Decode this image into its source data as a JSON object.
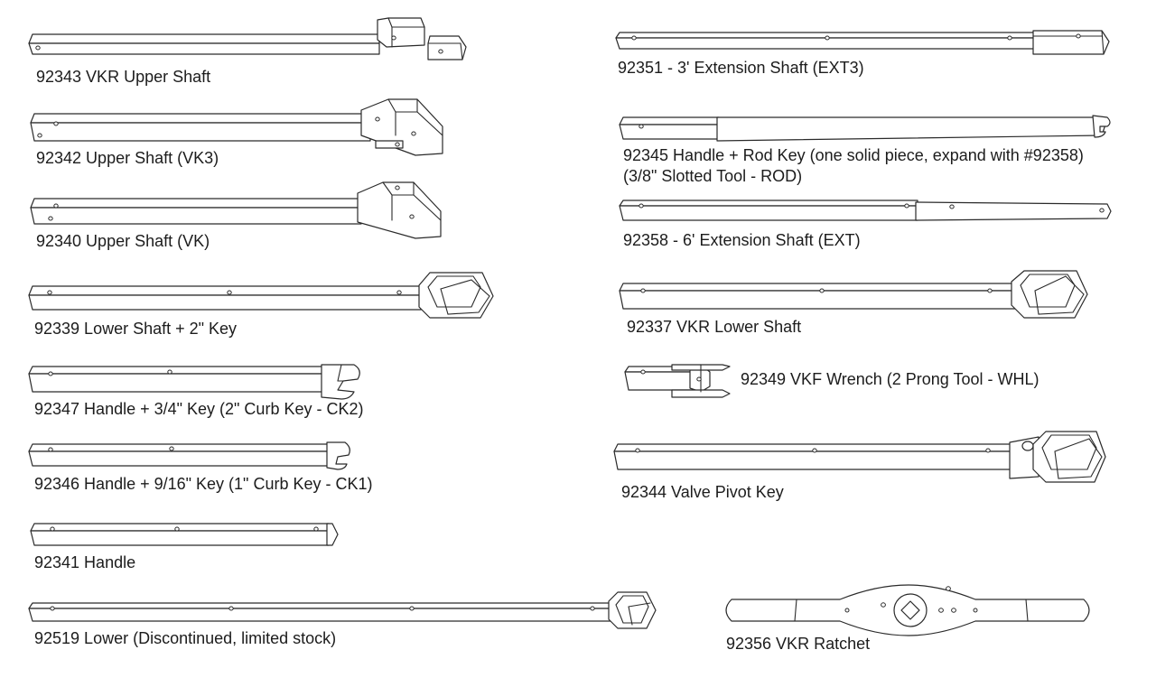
{
  "parts": [
    {
      "id": "92343",
      "label": "92343 VKR Upper Shaft"
    },
    {
      "id": "92342",
      "label": "92342 Upper Shaft (VK3)"
    },
    {
      "id": "92340",
      "label": "92340 Upper Shaft (VK)"
    },
    {
      "id": "92339",
      "label": "92339 Lower Shaft + 2\" Key"
    },
    {
      "id": "92347",
      "label": "92347 Handle + 3/4\" Key (2\" Curb Key - CK2)"
    },
    {
      "id": "92346",
      "label": "92346 Handle + 9/16\" Key (1\" Curb Key - CK1)"
    },
    {
      "id": "92341",
      "label": "92341 Handle"
    },
    {
      "id": "92519",
      "label": "92519 Lower (Discontinued, limited stock)"
    },
    {
      "id": "92351",
      "label": "92351 - 3' Extension Shaft (EXT3)"
    },
    {
      "id": "92345",
      "label": "92345 Handle + Rod Key (one solid piece, expand with #92358)",
      "sublabel": "(3/8\" Slotted Tool - ROD)"
    },
    {
      "id": "92358",
      "label": "92358 - 6' Extension Shaft (EXT)"
    },
    {
      "id": "92337",
      "label": "92337 VKR Lower Shaft"
    },
    {
      "id": "92349",
      "label": "92349 VKF Wrench (2 Prong Tool - WHL)"
    },
    {
      "id": "92344",
      "label": "92344 Valve Pivot Key"
    },
    {
      "id": "92356",
      "label": "92356 VKR Ratchet"
    }
  ]
}
